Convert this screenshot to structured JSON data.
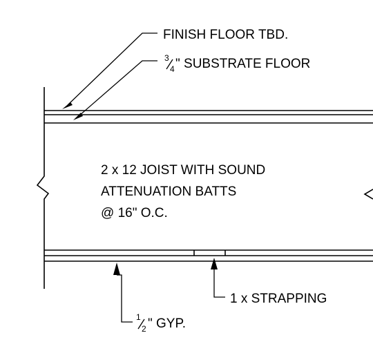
{
  "callouts": {
    "finish_floor": "FINISH FLOOR TBD.",
    "substrate": {
      "num": "3",
      "den": "4",
      "text": "\" SUBSTRATE FLOOR"
    },
    "joist": {
      "line1": "2 x 12 JOIST WITH SOUND",
      "line2": "ATTENUATION BATTS",
      "line3": "@ 16\" O.C."
    },
    "strapping": "1 x STRAPPING",
    "gyp": {
      "num": "1",
      "den": "2",
      "text": "\" GYP."
    }
  }
}
